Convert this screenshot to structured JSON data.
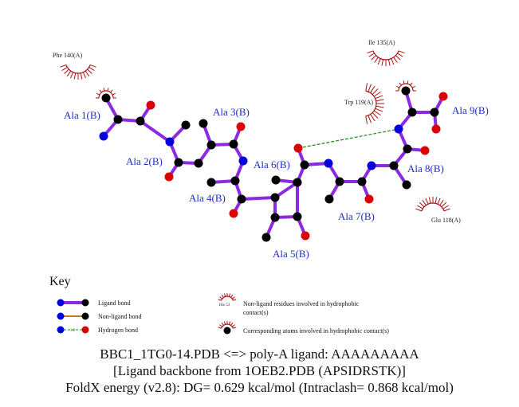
{
  "residues": [
    {
      "label": "Ala 1(B)"
    },
    {
      "label": "Ala 2(B)"
    },
    {
      "label": "Ala 3(B)"
    },
    {
      "label": "Ala 4(B)"
    },
    {
      "label": "Ala 5(B)"
    },
    {
      "label": "Ala 6(B)"
    },
    {
      "label": "Ala 7(B)"
    },
    {
      "label": "Ala 8(B)"
    },
    {
      "label": "Ala 9(B)"
    }
  ],
  "hydrophobic_residues": [
    {
      "label": "Phe 140(A)"
    },
    {
      "label": "Ile 135(A)"
    },
    {
      "label": "Trp 119(A)"
    },
    {
      "label": "Glu 118(A)"
    }
  ],
  "key": {
    "title": "Key",
    "ligand_bond": "Ligand bond",
    "nonligand_bond": "Non-ligand bond",
    "hydrogen_bond": "Hydrogen bond",
    "hbond_distance": "3.0",
    "hydrophobic_line1": "Non-ligand residues involved in hydrophobic",
    "hydrophobic_line2": "contact(s)",
    "hydrophobic_example": "His 53",
    "corresponding_atoms": "Corresponding atoms involved in hydrophobic contact(s)"
  },
  "caption": {
    "line1": "BBC1_1TG0-14.PDB <=> poly-A ligand: AAAAAAAAA",
    "line2": "[Ligand backbone from 1OEB2.PDB (APSIDRSTK)]",
    "line3": "FoldX energy (v2.8): DG= 0.629 kcal/mol (Intraclash= 0.868 kcal/mol)"
  },
  "colors": {
    "bond": "#8a2be2",
    "carbon": "#000000",
    "nitrogen": "#0000dd",
    "oxygen": "#dd0000",
    "hbond": "#1a8a1a",
    "hydrophobic": "#aa1111",
    "nonligand": "#c87a1e",
    "residue_label": "#1f2fbf"
  }
}
